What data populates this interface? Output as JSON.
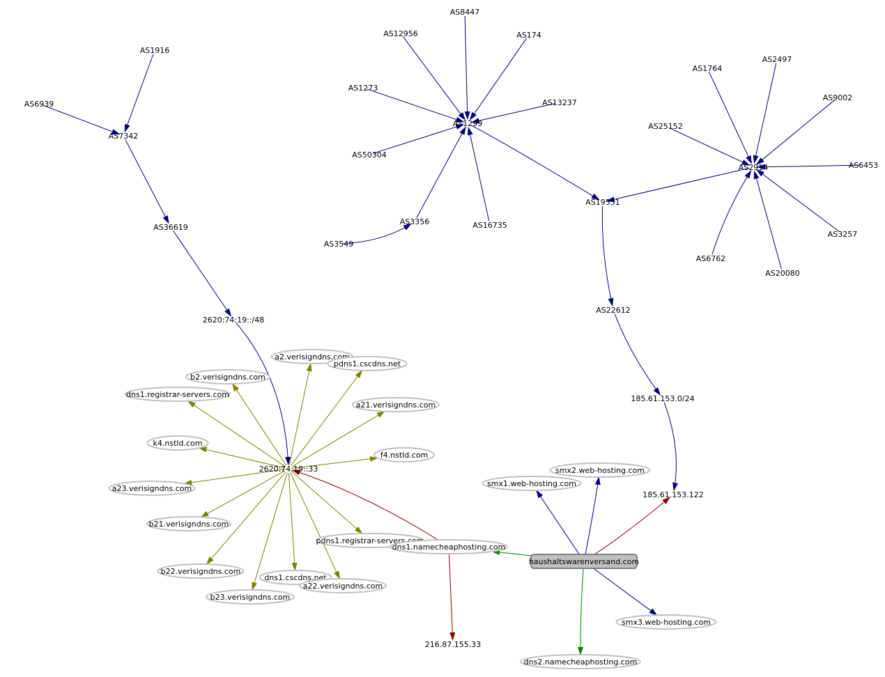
{
  "colors": {
    "as_edge": "#000080",
    "ns_edge": "#808000",
    "addr_edge": "#8b0000",
    "dns_edge": "#008000",
    "ellipse_stroke": "#c0c0c0",
    "root_fill": "#c0c0c0",
    "root_stroke": "#808080"
  },
  "nodes": {
    "as1916": "AS1916",
    "as6939": "AS6939",
    "as7342": "AS7342",
    "as36619": "AS36619",
    "prefix_v6": "2620:74:19::/48",
    "as8447": "AS8447",
    "as12956": "AS12956",
    "as174": "AS174",
    "as1273": "AS1273",
    "as13237": "AS13237",
    "as1299": "AS1299",
    "as50304": "AS50304",
    "as3356": "AS3356",
    "as3549": "AS3549",
    "as16735": "AS16735",
    "as19551": "AS19551",
    "as22612": "AS22612",
    "prefix_v4": "185.61.153.0/24",
    "ip_v4": "185.61.153.122",
    "as1764": "AS1764",
    "as2497": "AS2497",
    "as9002": "AS9002",
    "as25152": "AS25152",
    "as2914": "AS2914",
    "as6453": "AS6453",
    "as3257": "AS3257",
    "as6762": "AS6762",
    "as20080": "AS20080",
    "ip_v6": "2620:74:19::33",
    "ip_216": "216.87.155.33",
    "a2": "a2.verisigndns.com",
    "pdns1_csc": "pdns1.cscdns.net",
    "b2": "b2.verisigndns.com",
    "dns1_reg": "dns1.registrar-servers.com",
    "a21": "a21.verisigndns.com",
    "k4": "k4.nstld.com",
    "f4": "f4.nstld.com",
    "a23": "a23.verisigndns.com",
    "b21": "b21.verisigndns.com",
    "pdns1_reg": "pdns1.registrar-servers.com",
    "b22": "b22.verisigndns.com",
    "dns1_csc": "dns1.cscdns.net",
    "a22": "a22.verisigndns.com",
    "b23": "b23.verisigndns.com",
    "dns1_nc": "dns1.namecheaphosting.com",
    "smx1": "smx1.web-hosting.com",
    "smx2": "smx2.web-hosting.com",
    "smx3": "smx3.web-hosting.com",
    "dns2_nc": "dns2.namecheaphosting.com",
    "root": "haushaltswarenversand.com"
  },
  "edges": [
    {
      "from": "as1916",
      "to": "as7342",
      "kind": "as"
    },
    {
      "from": "as6939",
      "to": "as7342",
      "kind": "as"
    },
    {
      "from": "as7342",
      "to": "as36619",
      "kind": "as"
    },
    {
      "from": "as36619",
      "to": "prefix_v6",
      "kind": "as"
    },
    {
      "from": "prefix_v6",
      "to": "ip_v6",
      "kind": "as"
    },
    {
      "from": "as8447",
      "to": "as1299",
      "kind": "as"
    },
    {
      "from": "as12956",
      "to": "as1299",
      "kind": "as"
    },
    {
      "from": "as174",
      "to": "as1299",
      "kind": "as"
    },
    {
      "from": "as1273",
      "to": "as1299",
      "kind": "as"
    },
    {
      "from": "as13237",
      "to": "as1299",
      "kind": "as"
    },
    {
      "from": "as50304",
      "to": "as1299",
      "kind": "as"
    },
    {
      "from": "as3356",
      "to": "as1299",
      "kind": "as"
    },
    {
      "from": "as3549",
      "to": "as3356",
      "kind": "as"
    },
    {
      "from": "as16735",
      "to": "as1299",
      "kind": "as"
    },
    {
      "from": "as1299",
      "to": "as19551",
      "kind": "as"
    },
    {
      "from": "as2914",
      "to": "as19551",
      "kind": "as"
    },
    {
      "from": "as19551",
      "to": "as22612",
      "kind": "as"
    },
    {
      "from": "as22612",
      "to": "prefix_v4",
      "kind": "as"
    },
    {
      "from": "prefix_v4",
      "to": "ip_v4",
      "kind": "as"
    },
    {
      "from": "as1764",
      "to": "as2914",
      "kind": "as"
    },
    {
      "from": "as2497",
      "to": "as2914",
      "kind": "as"
    },
    {
      "from": "as9002",
      "to": "as2914",
      "kind": "as"
    },
    {
      "from": "as25152",
      "to": "as2914",
      "kind": "as"
    },
    {
      "from": "as6453",
      "to": "as2914",
      "kind": "as"
    },
    {
      "from": "as3257",
      "to": "as2914",
      "kind": "as"
    },
    {
      "from": "as6762",
      "to": "as2914",
      "kind": "as"
    },
    {
      "from": "as20080",
      "to": "as2914",
      "kind": "as"
    },
    {
      "from": "ip_v6",
      "to": "a2",
      "kind": "ns"
    },
    {
      "from": "ip_v6",
      "to": "pdns1_csc",
      "kind": "ns"
    },
    {
      "from": "ip_v6",
      "to": "b2",
      "kind": "ns"
    },
    {
      "from": "ip_v6",
      "to": "dns1_reg",
      "kind": "ns"
    },
    {
      "from": "ip_v6",
      "to": "a21",
      "kind": "ns"
    },
    {
      "from": "ip_v6",
      "to": "k4",
      "kind": "ns"
    },
    {
      "from": "ip_v6",
      "to": "f4",
      "kind": "ns"
    },
    {
      "from": "ip_v6",
      "to": "a23",
      "kind": "ns"
    },
    {
      "from": "ip_v6",
      "to": "b21",
      "kind": "ns"
    },
    {
      "from": "ip_v6",
      "to": "pdns1_reg",
      "kind": "ns"
    },
    {
      "from": "ip_v6",
      "to": "b22",
      "kind": "ns"
    },
    {
      "from": "ip_v6",
      "to": "dns1_csc",
      "kind": "ns"
    },
    {
      "from": "ip_v6",
      "to": "a22",
      "kind": "ns"
    },
    {
      "from": "ip_v6",
      "to": "b23",
      "kind": "ns"
    },
    {
      "from": "dns1_nc",
      "to": "ip_v6",
      "kind": "addr"
    },
    {
      "from": "dns1_nc",
      "to": "ip_216",
      "kind": "addr"
    },
    {
      "from": "root",
      "to": "ip_v4",
      "kind": "addr"
    },
    {
      "from": "root",
      "to": "smx1",
      "kind": "as"
    },
    {
      "from": "root",
      "to": "smx2",
      "kind": "as"
    },
    {
      "from": "root",
      "to": "smx3",
      "kind": "as"
    },
    {
      "from": "root",
      "to": "dns1_nc",
      "kind": "dns"
    },
    {
      "from": "root",
      "to": "dns2_nc",
      "kind": "dns"
    }
  ]
}
